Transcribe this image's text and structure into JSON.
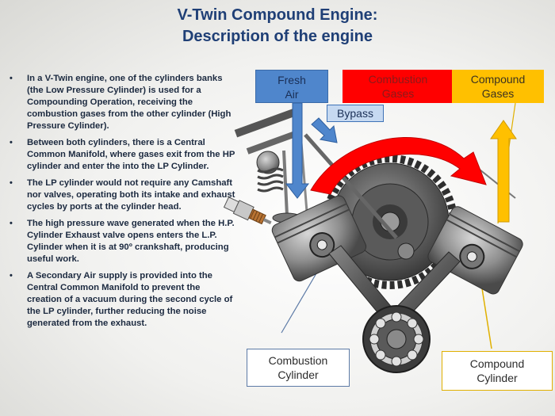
{
  "title": {
    "line1": "V-Twin Compound Engine:",
    "line2": "Description of the engine"
  },
  "bullets": [
    "In a V-Twin engine, one of  the cylinders banks (the Low Pressure Cylinder) is used for a Compounding Operation, receiving the combustion gases from the other cylinder (High Pressure Cylinder).",
    "Between both cylinders, there is a Central Common Manifold, where gases exit from the HP cylinder and enter the into the LP Cylinder.",
    "The LP cylinder would not require any Camshaft nor valves, operating both its intake and exhaust cycles by ports at the cylinder head.",
    "The high pressure wave generated when the H.P. Cylinder Exhaust valve opens enters the L.P. Cylinder when it is at 90º crankshaft, producing useful work.",
    "A Secondary Air supply is provided into the Central Common Manifold to prevent the creation of a vacuum during the second cycle of the LP cylinder, further reducing the noise generated from the exhaust."
  ],
  "bullet_glyph": "•",
  "labels": {
    "fresh_air": {
      "line1": "Fresh",
      "line2": "Air"
    },
    "bypass": "Bypass",
    "combustion_gases": {
      "line1": "Combustion",
      "line2": "Gases"
    },
    "compound_gases": {
      "line1": "Compound",
      "line2": "Gases"
    },
    "combustion_cylinder": {
      "line1": "Combustion",
      "line2": "Cylinder"
    },
    "compound_cylinder": {
      "line1": "Compound",
      "line2": "Cylinder"
    }
  },
  "colors": {
    "title": "#1f3f76",
    "fresh_air": "#4f86cc",
    "bypass": "#c6d9f1",
    "combustion": "#ff0000",
    "compound": "#ffc000"
  }
}
